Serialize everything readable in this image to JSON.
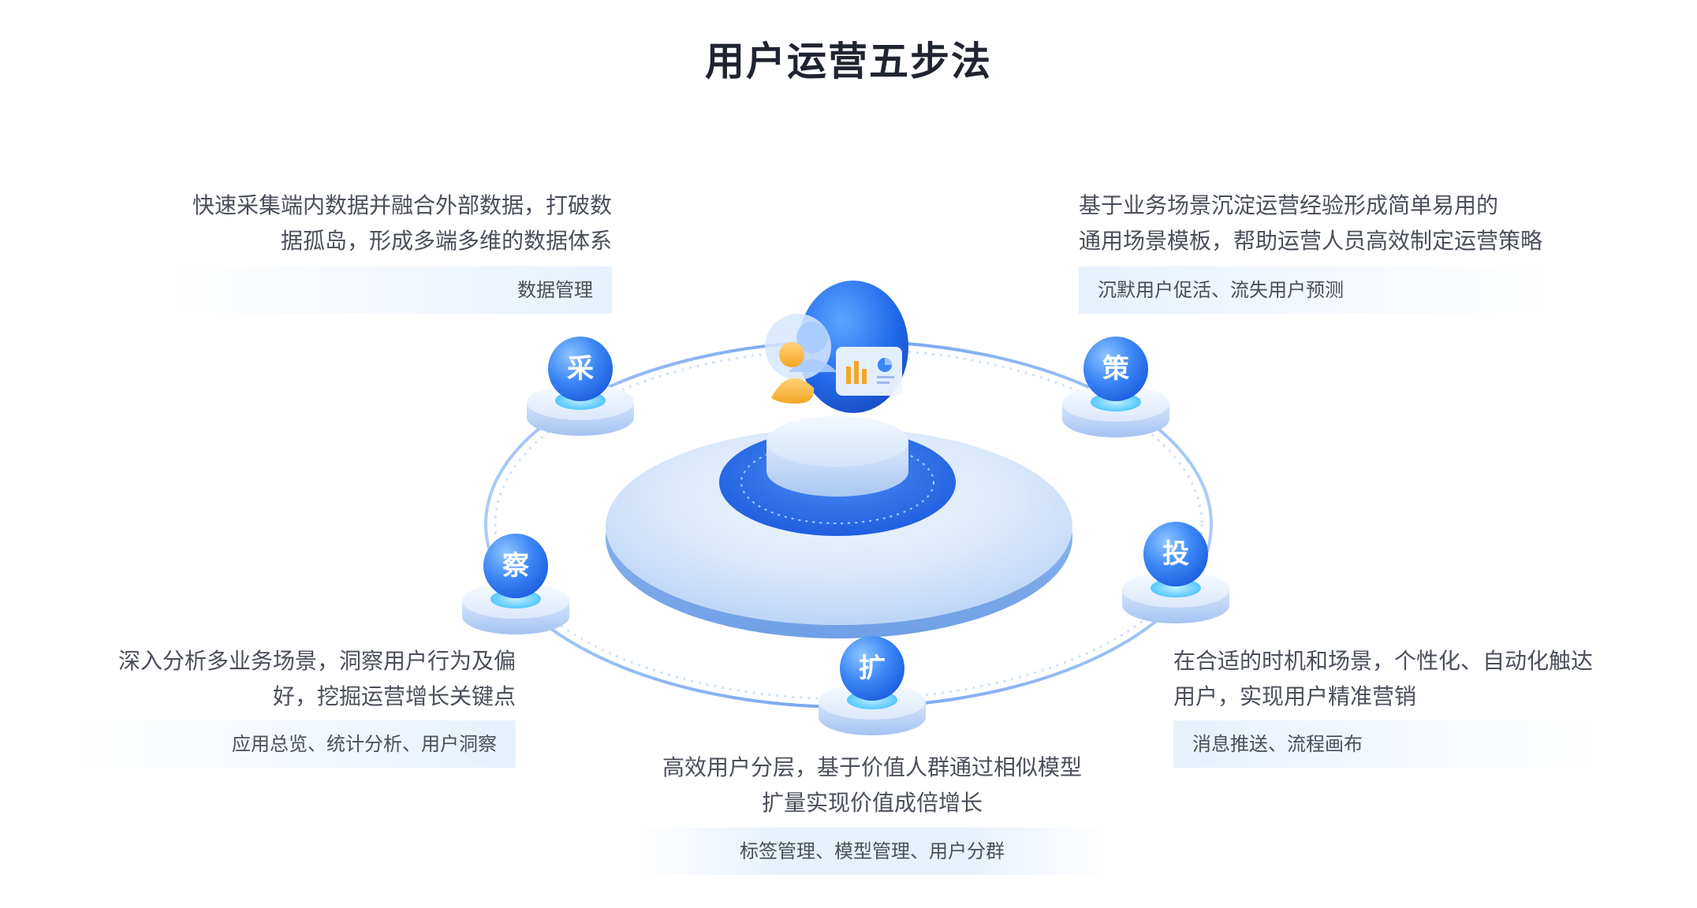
{
  "title": "用户运营五步法",
  "colors": {
    "primary": "#2f6ff0",
    "light_blue": "#e7f1fc",
    "ring": "#7fb0f5",
    "accent_orange": "#f5a623"
  },
  "steps": [
    {
      "key": "cai",
      "char": "采",
      "description_lines": [
        "快速采集端内数据并融合外部数据，打破数",
        "据孤岛，形成多端多维的数据体系"
      ],
      "tag": "数据管理"
    },
    {
      "key": "ce",
      "char": "策",
      "description_lines": [
        "基于业务场景沉淀运营经验形成简单易用的",
        "通用场景模板，帮助运营人员高效制定运营策略"
      ],
      "tag": "沉默用户促活、流失用户预测"
    },
    {
      "key": "tou",
      "char": "投",
      "description_lines": [
        "在合适的时机和场景，个性化、自动化触达",
        "用户，实现用户精准营销"
      ],
      "tag": "消息推送、流程画布"
    },
    {
      "key": "kuo",
      "char": "扩",
      "description_lines": [
        "高效用户分层，基于价值人群通过相似模型",
        "扩量实现价值成倍增长"
      ],
      "tag": "标签管理、模型管理、用户分群"
    },
    {
      "key": "cha",
      "char": "察",
      "description_lines": [
        "深入分析多业务场景，洞察用户行为及偏",
        "好，挖掘运营增长关键点"
      ],
      "tag": "应用总览、统计分析、用户洞察"
    }
  ],
  "center_icons": [
    "user-group-icon",
    "pie-chart-icon",
    "bar-chart-icon"
  ]
}
